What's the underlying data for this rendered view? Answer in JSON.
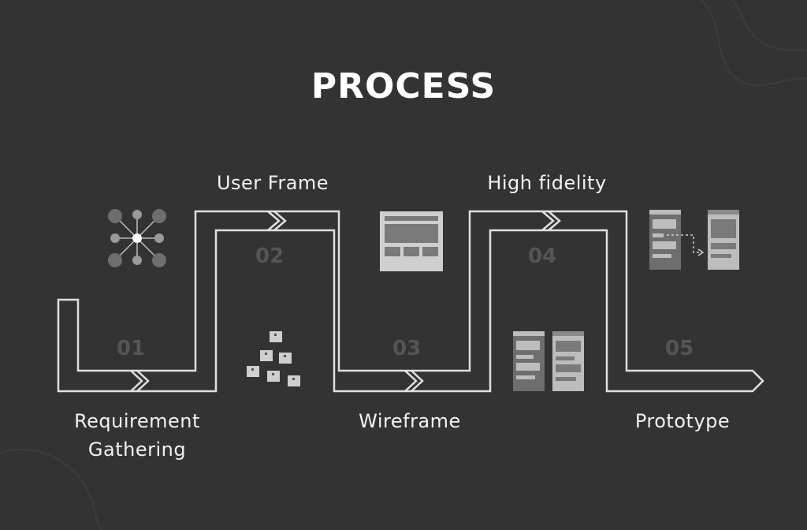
{
  "title": "PROCESS",
  "steps": [
    {
      "number": "01",
      "label_line1": "Requirement",
      "label_line2": "Gathering",
      "icon": "network-nodes-icon"
    },
    {
      "number": "02",
      "label_line1": "User Frame",
      "icon": "sticky-notes-icon"
    },
    {
      "number": "03",
      "label_line1": "Wireframe",
      "icon": "wireframe-layout-icon"
    },
    {
      "number": "04",
      "label_line1": "High fidelity",
      "icon": "screens-icon"
    },
    {
      "number": "05",
      "label_line1": "Prototype",
      "icon": "screens-flow-icon"
    }
  ],
  "colors": {
    "background": "#333333",
    "path_stroke": "#e0e0e0",
    "number": "#555555",
    "icon_fill": "#bdbdbd",
    "icon_dark": "#7a7a7a"
  }
}
